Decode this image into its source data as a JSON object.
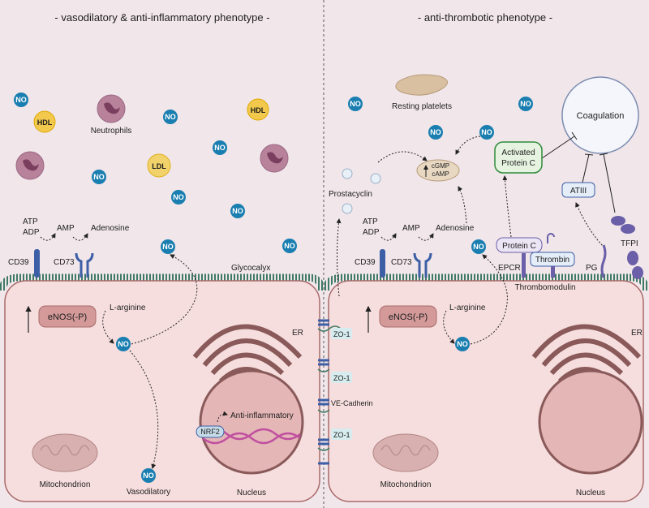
{
  "headers": {
    "left": "- vasodilatory & anti-inflammatory phenotype -",
    "right": "- anti-thrombotic phenotype -"
  },
  "no": "NO",
  "hdl": "HDL",
  "ldl": "LDL",
  "neutrophils": "Neutrophils",
  "resting_platelets": "Resting platelets",
  "coagulation": "Coagulation",
  "activated_protein_c": [
    "Activated",
    "Protein C"
  ],
  "atiii": "ATIII",
  "tfpi": "TFPI",
  "prostacyclin": "Prostacyclin",
  "cgmp": "cGMP",
  "camp": "cAMP",
  "atp": "ATP",
  "adp": "ADP",
  "amp": "AMP",
  "adenosine": "Adenosine",
  "cd39": "CD39",
  "cd73": "CD73",
  "glycocalyx": "Glycocalyx",
  "protein_c": "Protein C",
  "thrombin": "Thrombin",
  "epcr": "EPCR",
  "pg": "PG",
  "thrombomodulin": "Thrombomodulin",
  "enos": "eNOS(-P)",
  "l_arginine": "L-arginine",
  "er": "ER",
  "nucleus": "Nucleus",
  "mitochondrion": "Mitochondrion",
  "vasodilatory": "Vasodilatory",
  "anti_inflammatory": "Anti-inflammatory",
  "nrf2": "NRF2",
  "zo1": "ZO-1",
  "ve_cadherin": "VE-Cadherin",
  "colors": {
    "background": "#f1e6ea",
    "cell": "#f7dede",
    "cell_border": "#a86a6a",
    "no_molecule": "#1a7fb0",
    "glycocalyx": "#3f7a66",
    "receptor": "#3d5fa6",
    "protein_c_green": "#2e8b3a",
    "nucleus": "#e5b6b6"
  }
}
